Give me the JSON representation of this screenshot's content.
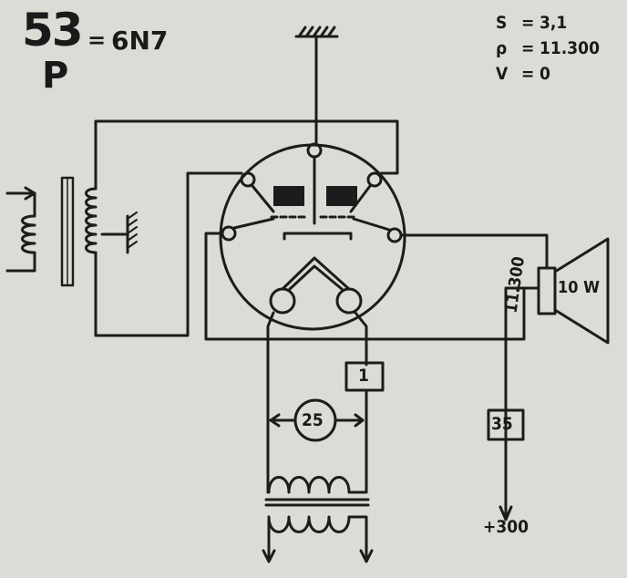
{
  "header": {
    "number": "53",
    "type_letter": "P",
    "equals": "=",
    "tube": "6N7"
  },
  "specs": [
    {
      "symbol": "S",
      "eq": "=",
      "value": "3,1"
    },
    {
      "symbol": "ρ",
      "eq": "=",
      "value": "11.300"
    },
    {
      "symbol": "V",
      "eq": "=",
      "value": "0"
    }
  ],
  "components": {
    "filament_resistor": "1",
    "cathode_label": "25",
    "supply_resistor": "35",
    "speaker_power": "10 W",
    "load_impedance": "11.300",
    "supply_voltage": "+300"
  },
  "colors": {
    "background": "#dcdcd6",
    "ink": "#1c1c1c"
  }
}
